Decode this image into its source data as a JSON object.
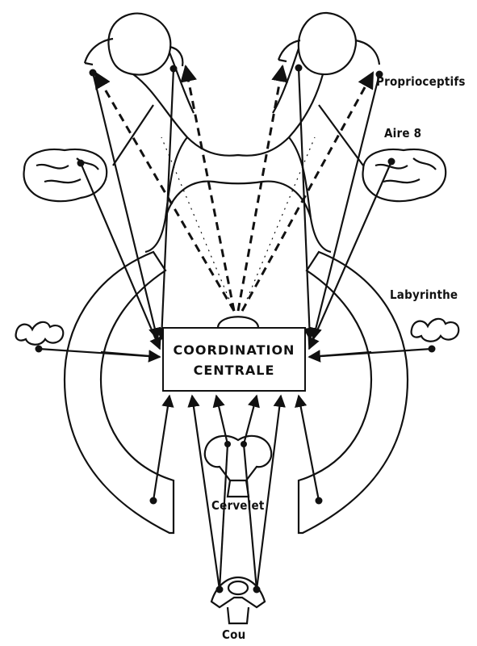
{
  "diagram": {
    "box": {
      "line1": "COORDINATION",
      "line2": "CENTRALE"
    },
    "labels": {
      "proprioceptifs": "Proprioceptifs",
      "aire8": "Aire 8",
      "labyrinthe": "Labyrinthe",
      "cervelet": "Cervelet",
      "cou": "Cou"
    }
  }
}
